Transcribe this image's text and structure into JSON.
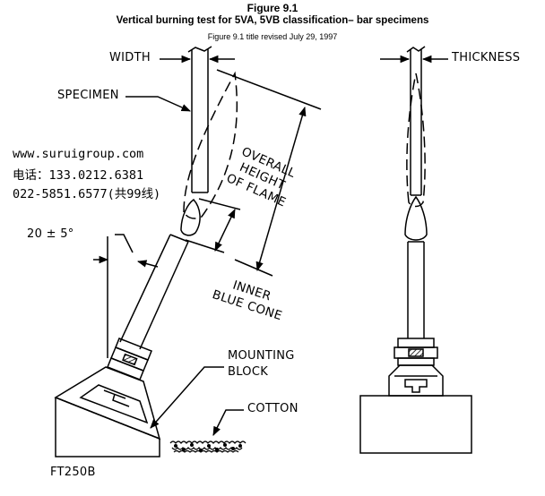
{
  "header": {
    "figure_number": "Figure 9.1",
    "title": "Vertical burning test for 5VA, 5VB classification– bar specimens",
    "revision_note": "Figure 9.1 title revised July 29, 1997"
  },
  "labels": {
    "width": "WIDTH",
    "thickness": "THICKNESS",
    "specimen": "SPECIMEN",
    "overall_height_line1": "OVERALL",
    "overall_height_line2": "HEIGHT",
    "overall_height_line3": "OF FLAME",
    "angle": "20 ± 5°",
    "inner_cone_line1": "INNER",
    "inner_cone_line2": "BLUE CONE",
    "mounting_line1": "MOUNTING",
    "mounting_line2": "BLOCK",
    "cotton": "COTTON",
    "figure_code": "FT250B"
  },
  "watermark": {
    "website": "www.suruigroup.com",
    "phone1": "电话：133.0212.6381",
    "phone2": "022-5851.6577(共",
    "phone2_tail": "99",
    "phone2_end": "线)"
  }
}
